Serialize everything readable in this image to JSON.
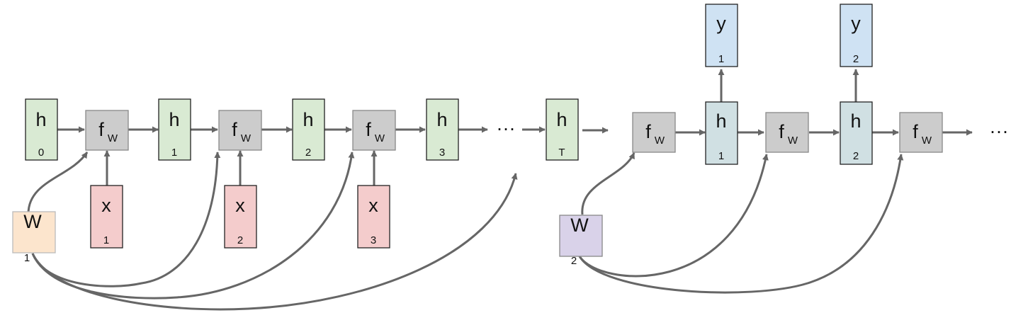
{
  "encoder": {
    "hidden_states": [
      {
        "letter": "h",
        "index": "0"
      },
      {
        "letter": "h",
        "index": "1"
      },
      {
        "letter": "h",
        "index": "2"
      },
      {
        "letter": "h",
        "index": "3"
      },
      {
        "letter": "h",
        "index": "T"
      }
    ],
    "functions": [
      {
        "letter": "f",
        "index": "W"
      },
      {
        "letter": "f",
        "index": "W"
      },
      {
        "letter": "f",
        "index": "W"
      }
    ],
    "inputs": [
      {
        "letter": "x",
        "index": "1"
      },
      {
        "letter": "x",
        "index": "2"
      },
      {
        "letter": "x",
        "index": "3"
      }
    ],
    "weight": {
      "letter": "W",
      "index": "1"
    },
    "ellipsis": "···"
  },
  "decoder": {
    "functions": [
      {
        "letter": "f",
        "index": "W"
      },
      {
        "letter": "f",
        "index": "W"
      },
      {
        "letter": "f",
        "index": "W"
      }
    ],
    "hidden_states": [
      {
        "letter": "h",
        "index": "1"
      },
      {
        "letter": "h",
        "index": "2"
      }
    ],
    "outputs": [
      {
        "letter": "y",
        "index": "1"
      },
      {
        "letter": "y",
        "index": "2"
      }
    ],
    "weight": {
      "letter": "W",
      "index": "2"
    },
    "ellipsis": "···"
  },
  "colors": {
    "hidden_encoder": "#d9ead3",
    "function": "#cccccc",
    "input": "#f4cccc",
    "weight_encoder": "#fce5cd",
    "weight_decoder": "#d9d2e9",
    "hidden_decoder": "#d0e0e3",
    "output": "#cfe2f3",
    "stroke": "#222222",
    "arrow": "#666666"
  }
}
